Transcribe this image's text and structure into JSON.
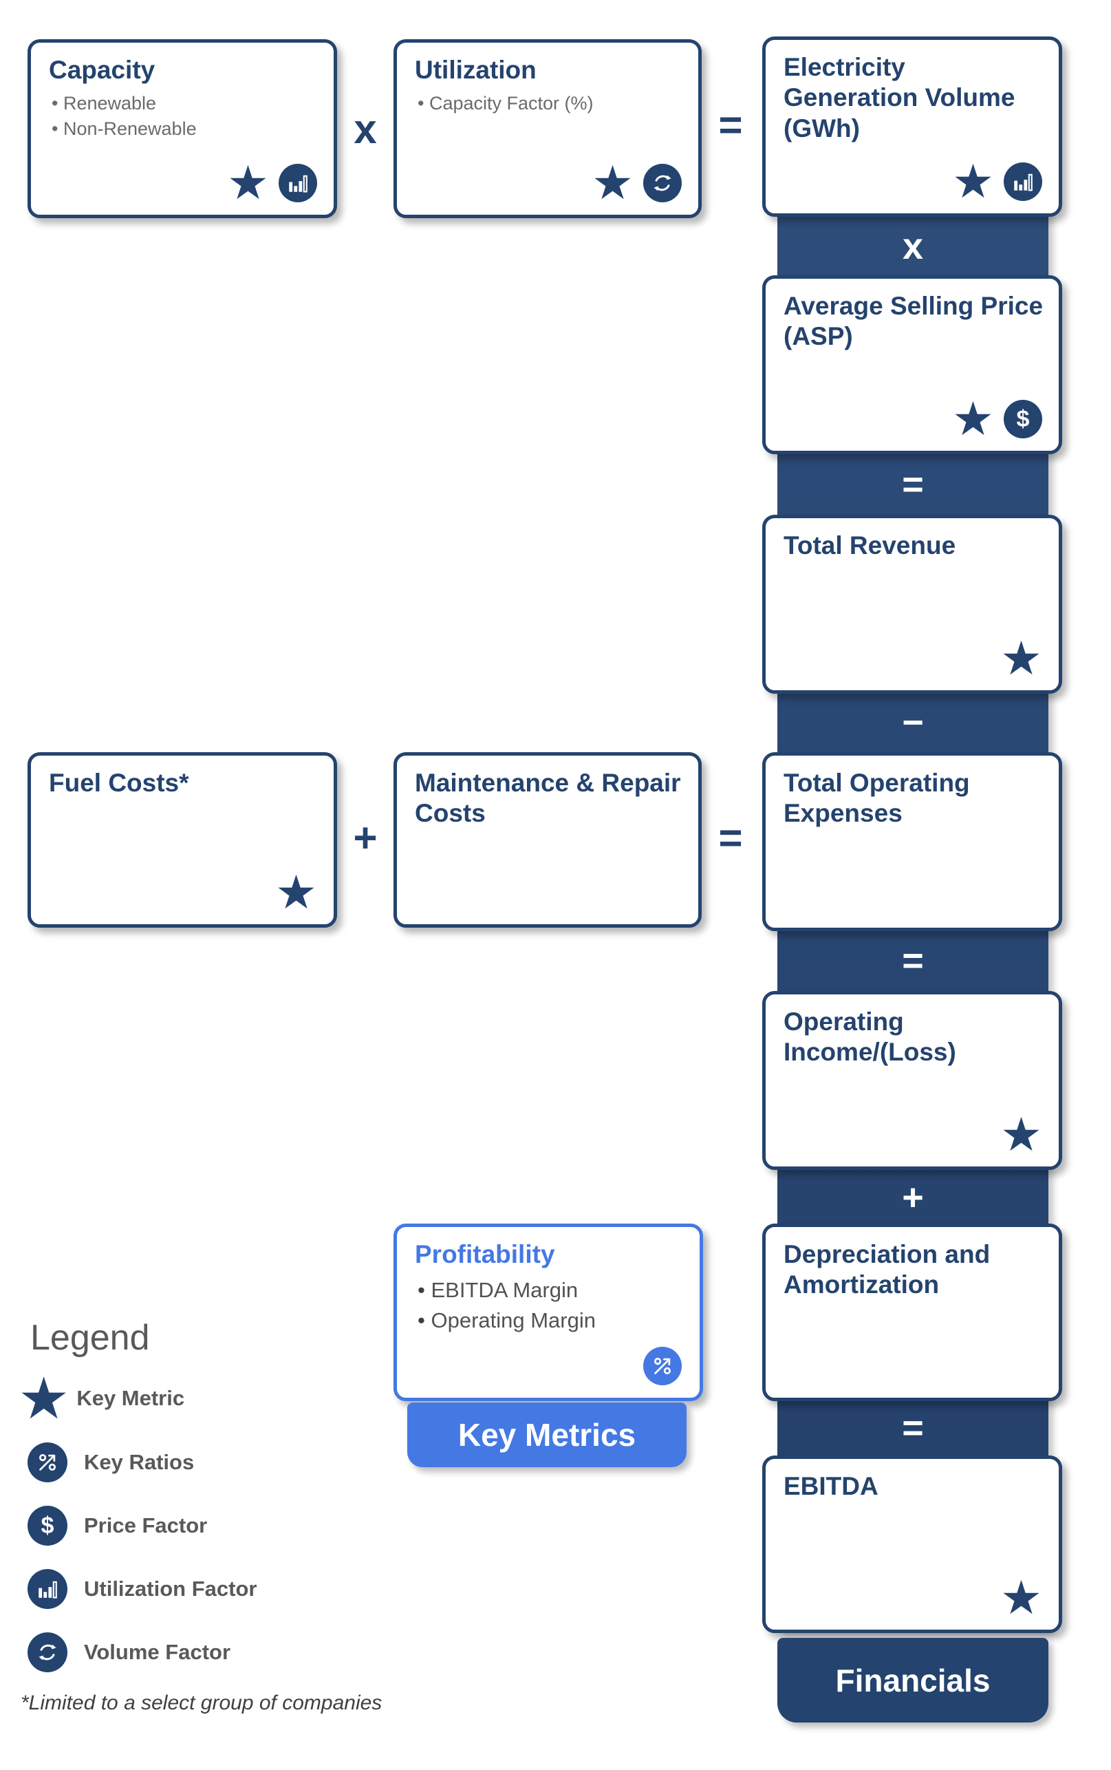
{
  "colors": {
    "navy": "#24436e",
    "band_navy": "#294872",
    "accent_blue": "#4479e4",
    "bullet_gray": "#6a6a6a",
    "legend_gray": "#595959",
    "white": "#ffffff"
  },
  "boxes": {
    "capacity": {
      "title": "Capacity",
      "bullets": [
        "Renewable",
        "Non-Renewable"
      ],
      "icons": [
        "key-metric-star",
        "utilization-factor-bar-chart"
      ]
    },
    "utilization": {
      "title": "Utilization",
      "bullets": [
        "Capacity Factor (%)"
      ],
      "icons": [
        "key-metric-star",
        "volume-factor-cycle"
      ]
    },
    "electricity_generation": {
      "title": "Electricity Generation Volume (GWh)",
      "icons": [
        "key-metric-star",
        "utilization-factor-bar-chart"
      ]
    },
    "asp": {
      "title": "Average Selling Price (ASP)",
      "icons": [
        "key-metric-star",
        "price-factor-dollar"
      ]
    },
    "total_revenue": {
      "title": "Total Revenue",
      "icons": [
        "key-metric-star"
      ]
    },
    "fuel_costs": {
      "title": "Fuel Costs*",
      "icons": [
        "key-metric-star"
      ]
    },
    "maintenance": {
      "title": "Maintenance & Repair Costs",
      "icons": []
    },
    "total_operating_expenses": {
      "title": "Total Operating Expenses",
      "icons": []
    },
    "operating_income": {
      "title": "Operating Income/(Loss)",
      "icons": [
        "key-metric-star"
      ]
    },
    "depreciation": {
      "title": "Depreciation and Amortization",
      "icons": []
    },
    "ebitda": {
      "title": "EBITDA",
      "icons": [
        "key-metric-star"
      ]
    },
    "profitability": {
      "title": "Profitability",
      "bullets": [
        "EBITDA Margin",
        "Operating Margin"
      ],
      "icons": [
        "key-ratios-percent"
      ]
    }
  },
  "operators": {
    "capacity_x_utilization": "x",
    "utilization_eq_generation": "=",
    "fuel_plus_maintenance": "+",
    "maintenance_eq_expenses": "=",
    "band": {
      "multiply": "x",
      "equals_revenue": "=",
      "minus": "−",
      "equals_operating_income": "=",
      "plus": "+",
      "equals_ebitda": "="
    }
  },
  "banners": {
    "key_metrics": "Key Metrics",
    "financials": "Financials"
  },
  "legend": {
    "title": "Legend",
    "items": [
      {
        "icon": "key-metric-star",
        "label": "Key Metric"
      },
      {
        "icon": "key-ratios-percent",
        "label": "Key Ratios"
      },
      {
        "icon": "price-factor-dollar",
        "label": "Price Factor"
      },
      {
        "icon": "utilization-factor-bar-chart",
        "label": "Utilization Factor"
      },
      {
        "icon": "volume-factor-cycle",
        "label": "Volume Factor"
      }
    ]
  },
  "footnote": "*Limited to a select group of companies"
}
